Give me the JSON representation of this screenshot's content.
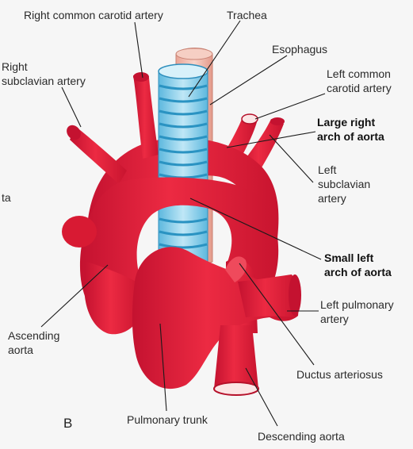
{
  "figure": {
    "panel_letter": "B",
    "edge_fragment": "ta",
    "colors": {
      "vessel": "#e8263d",
      "vessel_dark": "#b5102a",
      "trachea": "#8fd0ea",
      "trachea_ring": "#3aa0cc",
      "esophagus": "#f2b7aa",
      "leader": "#1a1a1a"
    }
  },
  "labels": {
    "right_common_carotid": "Right common carotid artery",
    "trachea": "Trachea",
    "esophagus": "Esophagus",
    "right_subclavian": "Right\nsubclavian artery",
    "left_common_carotid": "Left common\ncarotid artery",
    "large_right_arch": "Large right\narch of aorta",
    "left_subclavian": "Left\nsubclavian\nartery",
    "small_left_arch": "Small left\narch of aorta",
    "left_pulmonary": "Left pulmonary\nartery",
    "ascending_aorta": "Ascending\naorta",
    "ductus_arteriosus": "Ductus arteriosus",
    "pulmonary_trunk": "Pulmonary trunk",
    "descending_aorta": "Descending aorta"
  }
}
